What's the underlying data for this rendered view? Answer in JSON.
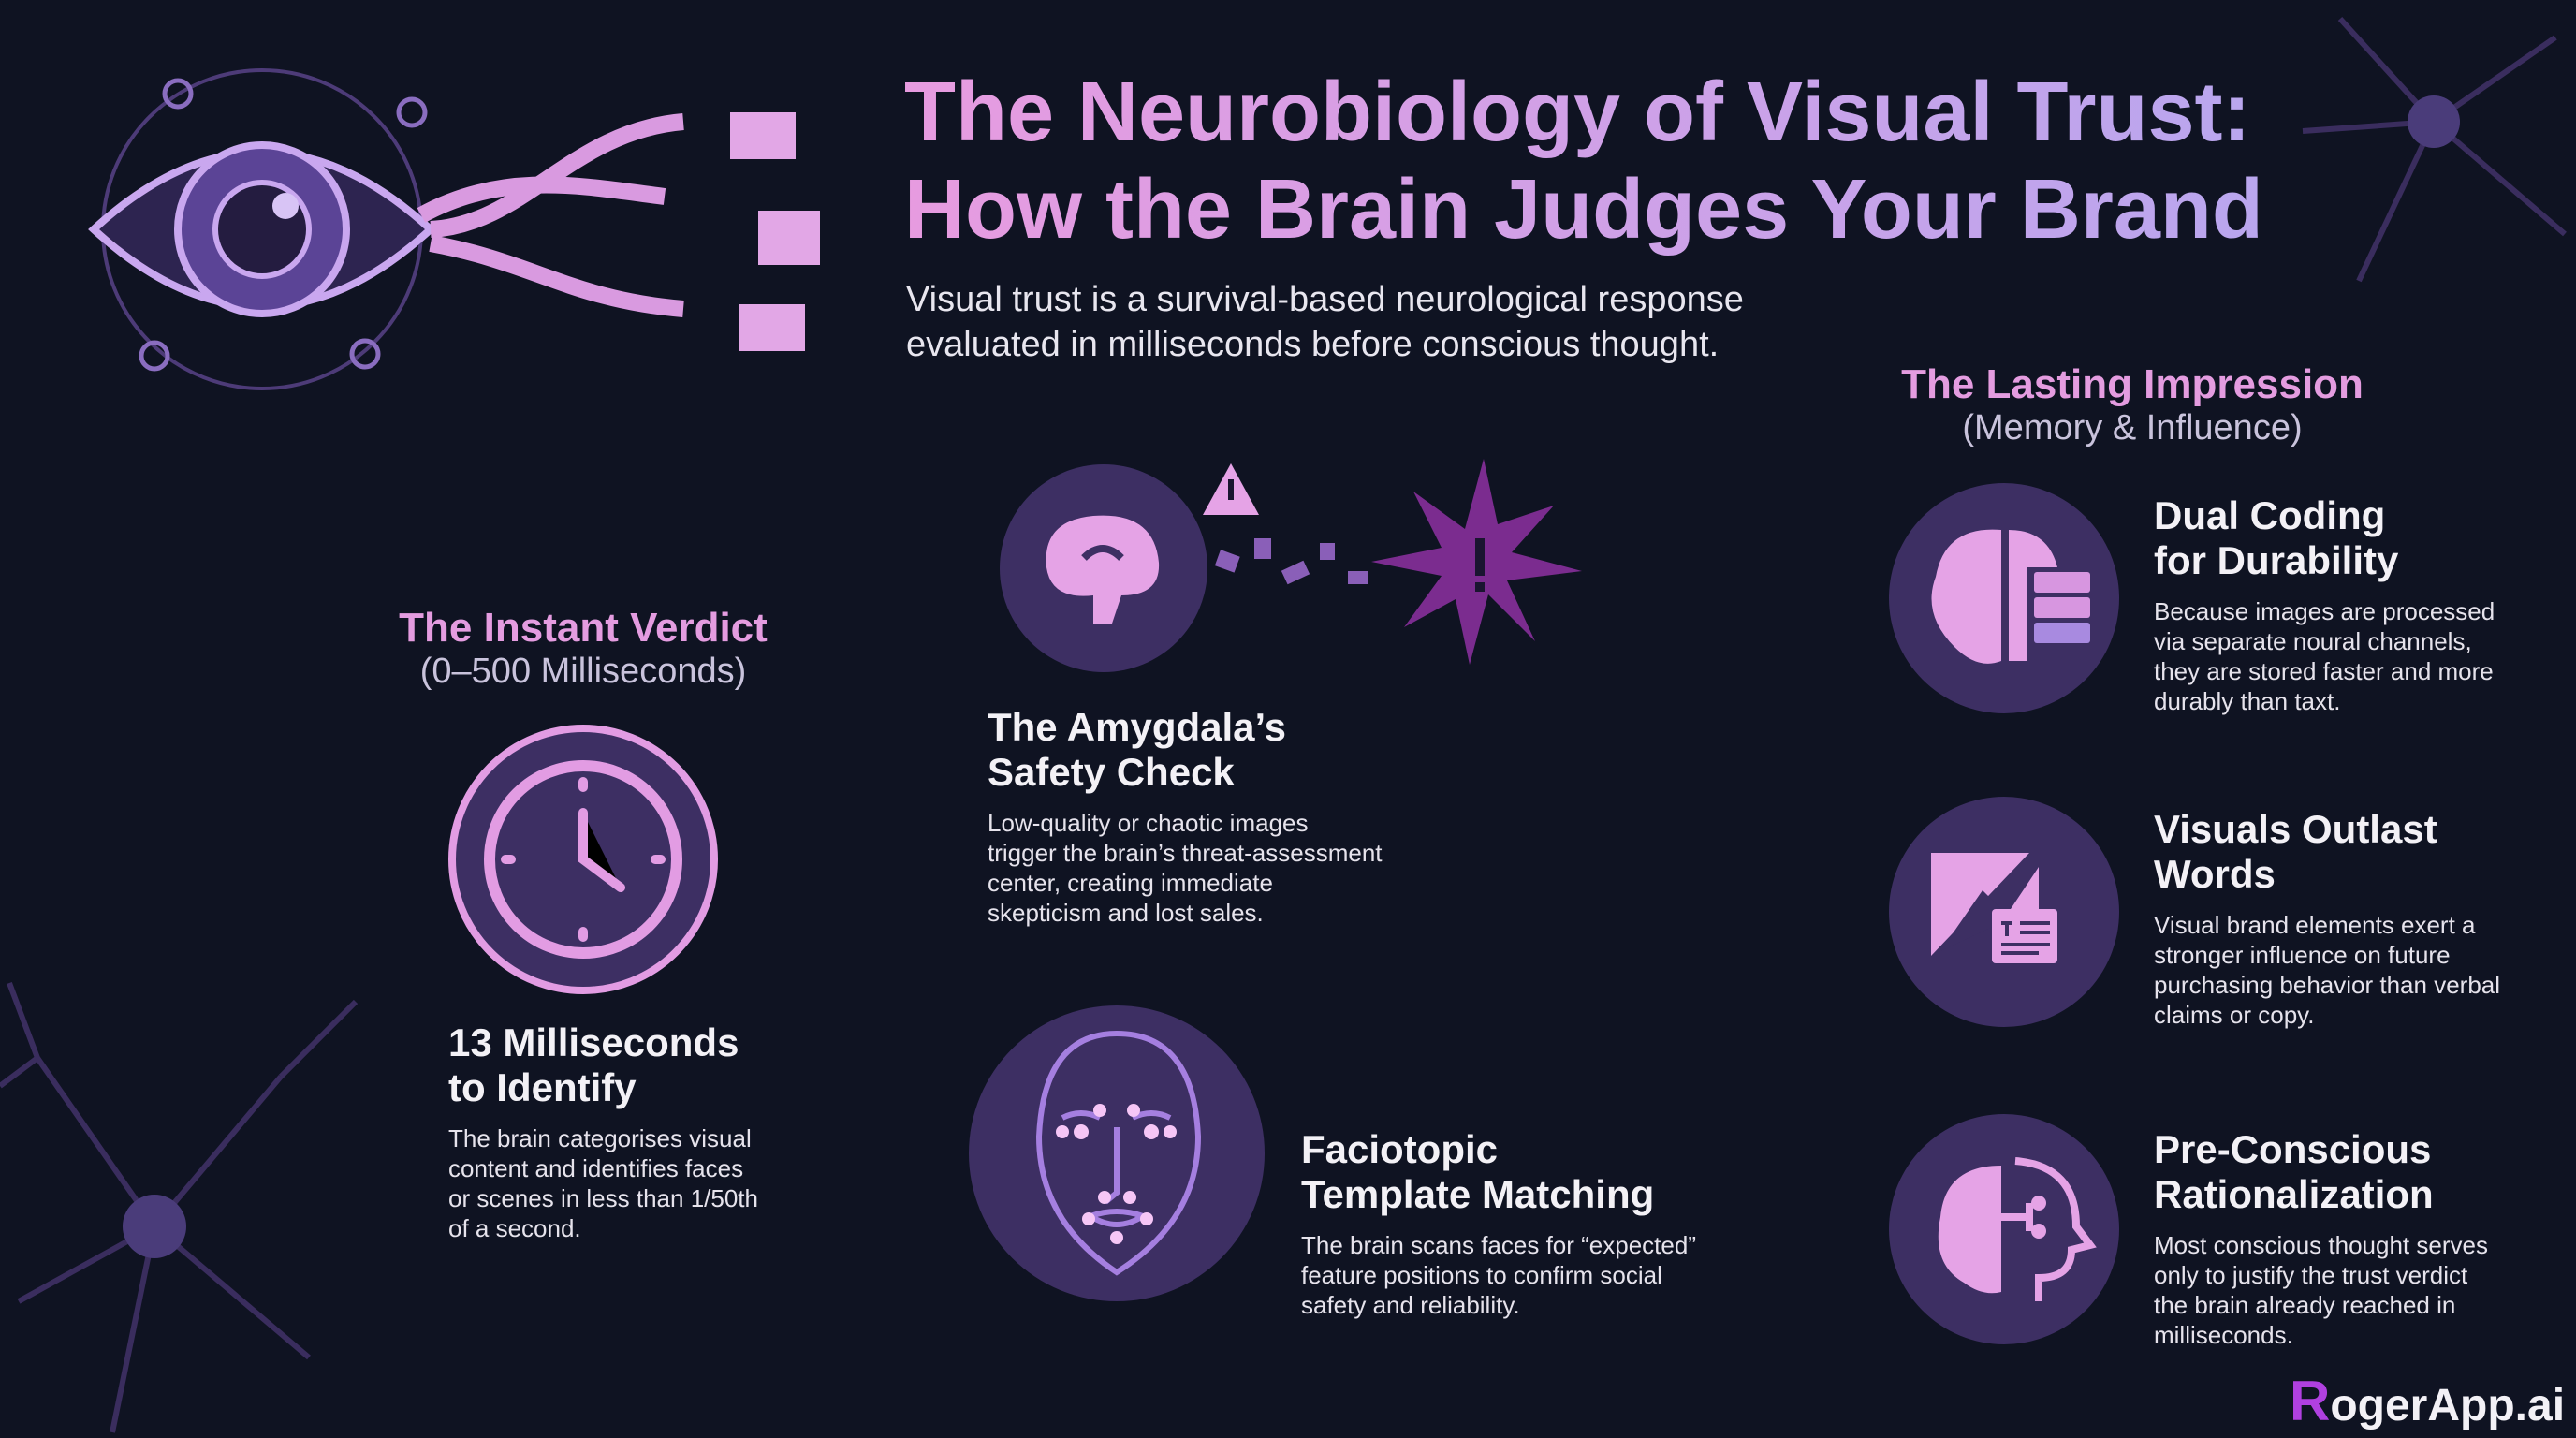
{
  "header": {
    "title_line1": "The Neurobiology of Visual Trust:",
    "title_line2": "How the Brain Judges Your Brand",
    "subtitle_line1": "Visual trust is a survival-based neurological response",
    "subtitle_line2": "evaluated in milliseconds before conscious thought."
  },
  "instant": {
    "heading": "The Instant Verdict",
    "range": "(0–500 Milliseconds)",
    "title_line1": "13 Milliseconds",
    "title_line2": "to Identify",
    "body": [
      "The brain categorises visual",
      "content and identifies faces",
      "or scenes in less than 1/50th",
      "of a second."
    ]
  },
  "amygdala": {
    "title_line1": "The Amygdala’s",
    "title_line2": "Safety Check",
    "body": [
      "Low-quality or chaotic images",
      "trigger the brain’s threat-assessment",
      "center, creating immediate",
      "skepticism and lost sales."
    ]
  },
  "face": {
    "title_line1": "Faciotopic",
    "title_line2": "Template Matching",
    "body": [
      "The brain scans faces for “expected”",
      "feature positions to confirm social",
      "safety and reliability."
    ]
  },
  "lasting": {
    "heading": "The Lasting Impression",
    "sub": "(Memory & Influence)",
    "items": [
      {
        "title_line1": "Dual Coding",
        "title_line2": "for Durability",
        "body": [
          "Because images are processed",
          "via separate noural channels,",
          "they are stored faster and more",
          "durably than taxt."
        ]
      },
      {
        "title_line1": "Visuals Outlast",
        "title_line2": "Words",
        "body": [
          "Visual brand elements exert a",
          "stronger influence on future",
          "purchasing behavior than verbal",
          "claims or copy."
        ]
      },
      {
        "title_line1": "Pre-Conscious",
        "title_line2": "Rationalization",
        "body": [
          "Most conscious thought serves",
          "only to justify the trust verdict",
          "the brain already reached in",
          "milliseconds."
        ]
      }
    ]
  },
  "logo": {
    "letter": "R",
    "rest": "ogerApp.ai"
  },
  "colors": {
    "background": "#0f1322",
    "accent_pink": "#e49ce0",
    "accent_lavender": "#b9a6ee",
    "circle": "#3d2f63"
  }
}
